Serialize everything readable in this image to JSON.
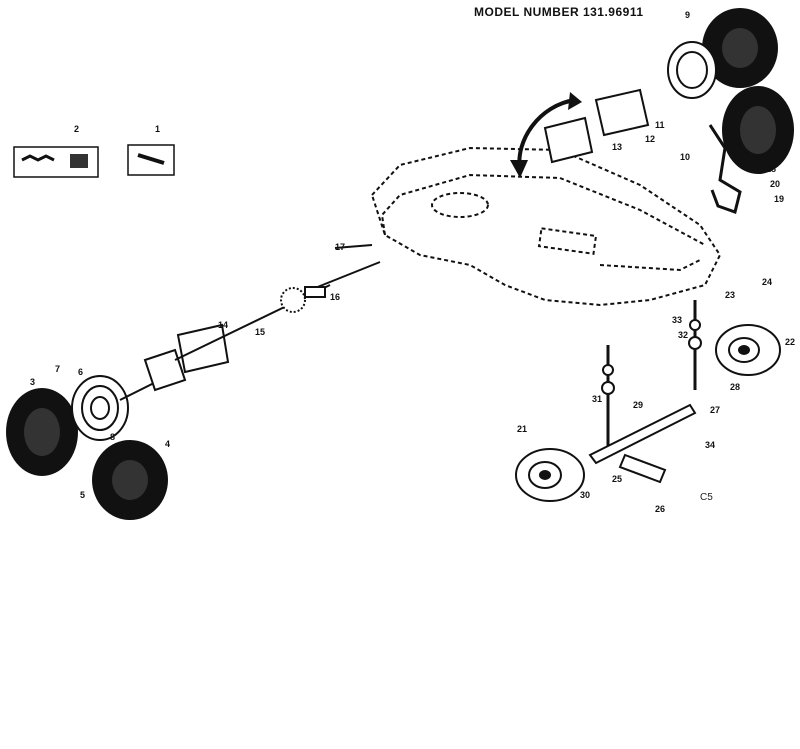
{
  "header": {
    "model_number": "MODEL NUMBER 131.96911"
  },
  "footer_code": "C5",
  "callouts": [
    "1",
    "2",
    "3",
    "4",
    "5",
    "6",
    "7",
    "8",
    "9",
    "10",
    "11",
    "12",
    "13",
    "14",
    "15",
    "16",
    "17",
    "18",
    "19",
    "20",
    "21",
    "22",
    "23",
    "24",
    "25",
    "26",
    "27",
    "28",
    "29",
    "30",
    "31",
    "32",
    "33",
    "34"
  ]
}
